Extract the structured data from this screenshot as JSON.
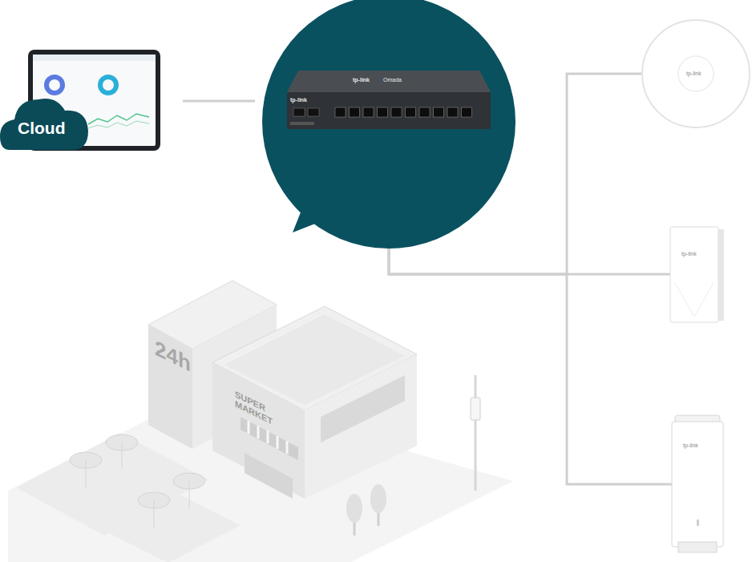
{
  "diagram": {
    "nodes": [
      {
        "text": [
          "Cloud"
        ]
      },
      {
        "text": [
          "tp-link",
          "Omada",
          "tp-link"
        ]
      },
      {
        "text": [
          "tp-link"
        ]
      },
      {
        "text": [
          "tp-link"
        ]
      },
      {
        "text": [
          "tp-link"
        ]
      }
    ],
    "edges": [
      {
        "from": 0,
        "to": 1,
        "arrow": "none"
      },
      {
        "from": 1,
        "to": 2,
        "arrow": "none"
      },
      {
        "from": 1,
        "to": 3,
        "arrow": "none"
      },
      {
        "from": 1,
        "to": 4,
        "arrow": "none"
      }
    ],
    "labels": [
      "24h",
      "SUPER MARKET"
    ]
  }
}
